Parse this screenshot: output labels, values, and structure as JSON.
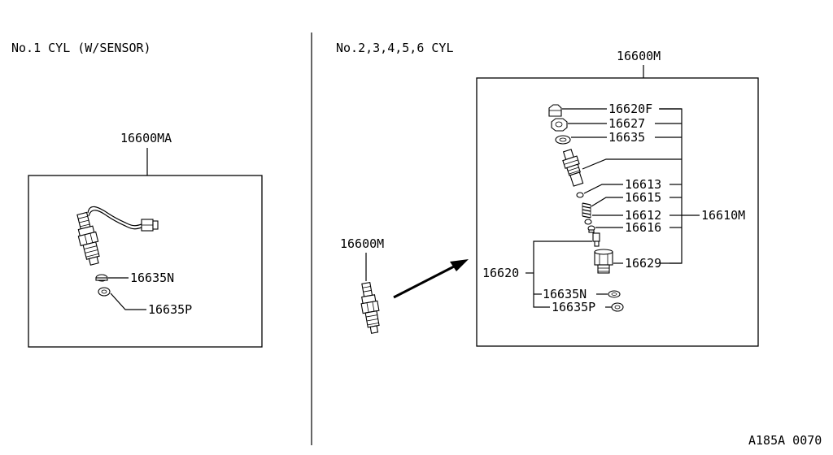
{
  "left_panel": {
    "heading": "No.1 CYL (W/SENSOR)",
    "assembly_label": "16600MA",
    "callouts": {
      "washer_n": "16635N",
      "washer_p": "16635P"
    }
  },
  "right_panel": {
    "heading": "No.2,3,4,5,6 CYL",
    "assembly_label": "16600M",
    "loose_nozzle_label": "16600M",
    "callouts": {
      "p16620F": "16620F",
      "p16627": "16627",
      "p16635": "16635",
      "p16613": "16613",
      "p16615": "16615",
      "p16612": "16612",
      "p16616": "16616",
      "p16629": "16629",
      "p16610M": "16610M",
      "p16620": "16620",
      "p16635N": "16635N",
      "p16635P": "16635P"
    }
  },
  "figure_code": "A185A 0070"
}
